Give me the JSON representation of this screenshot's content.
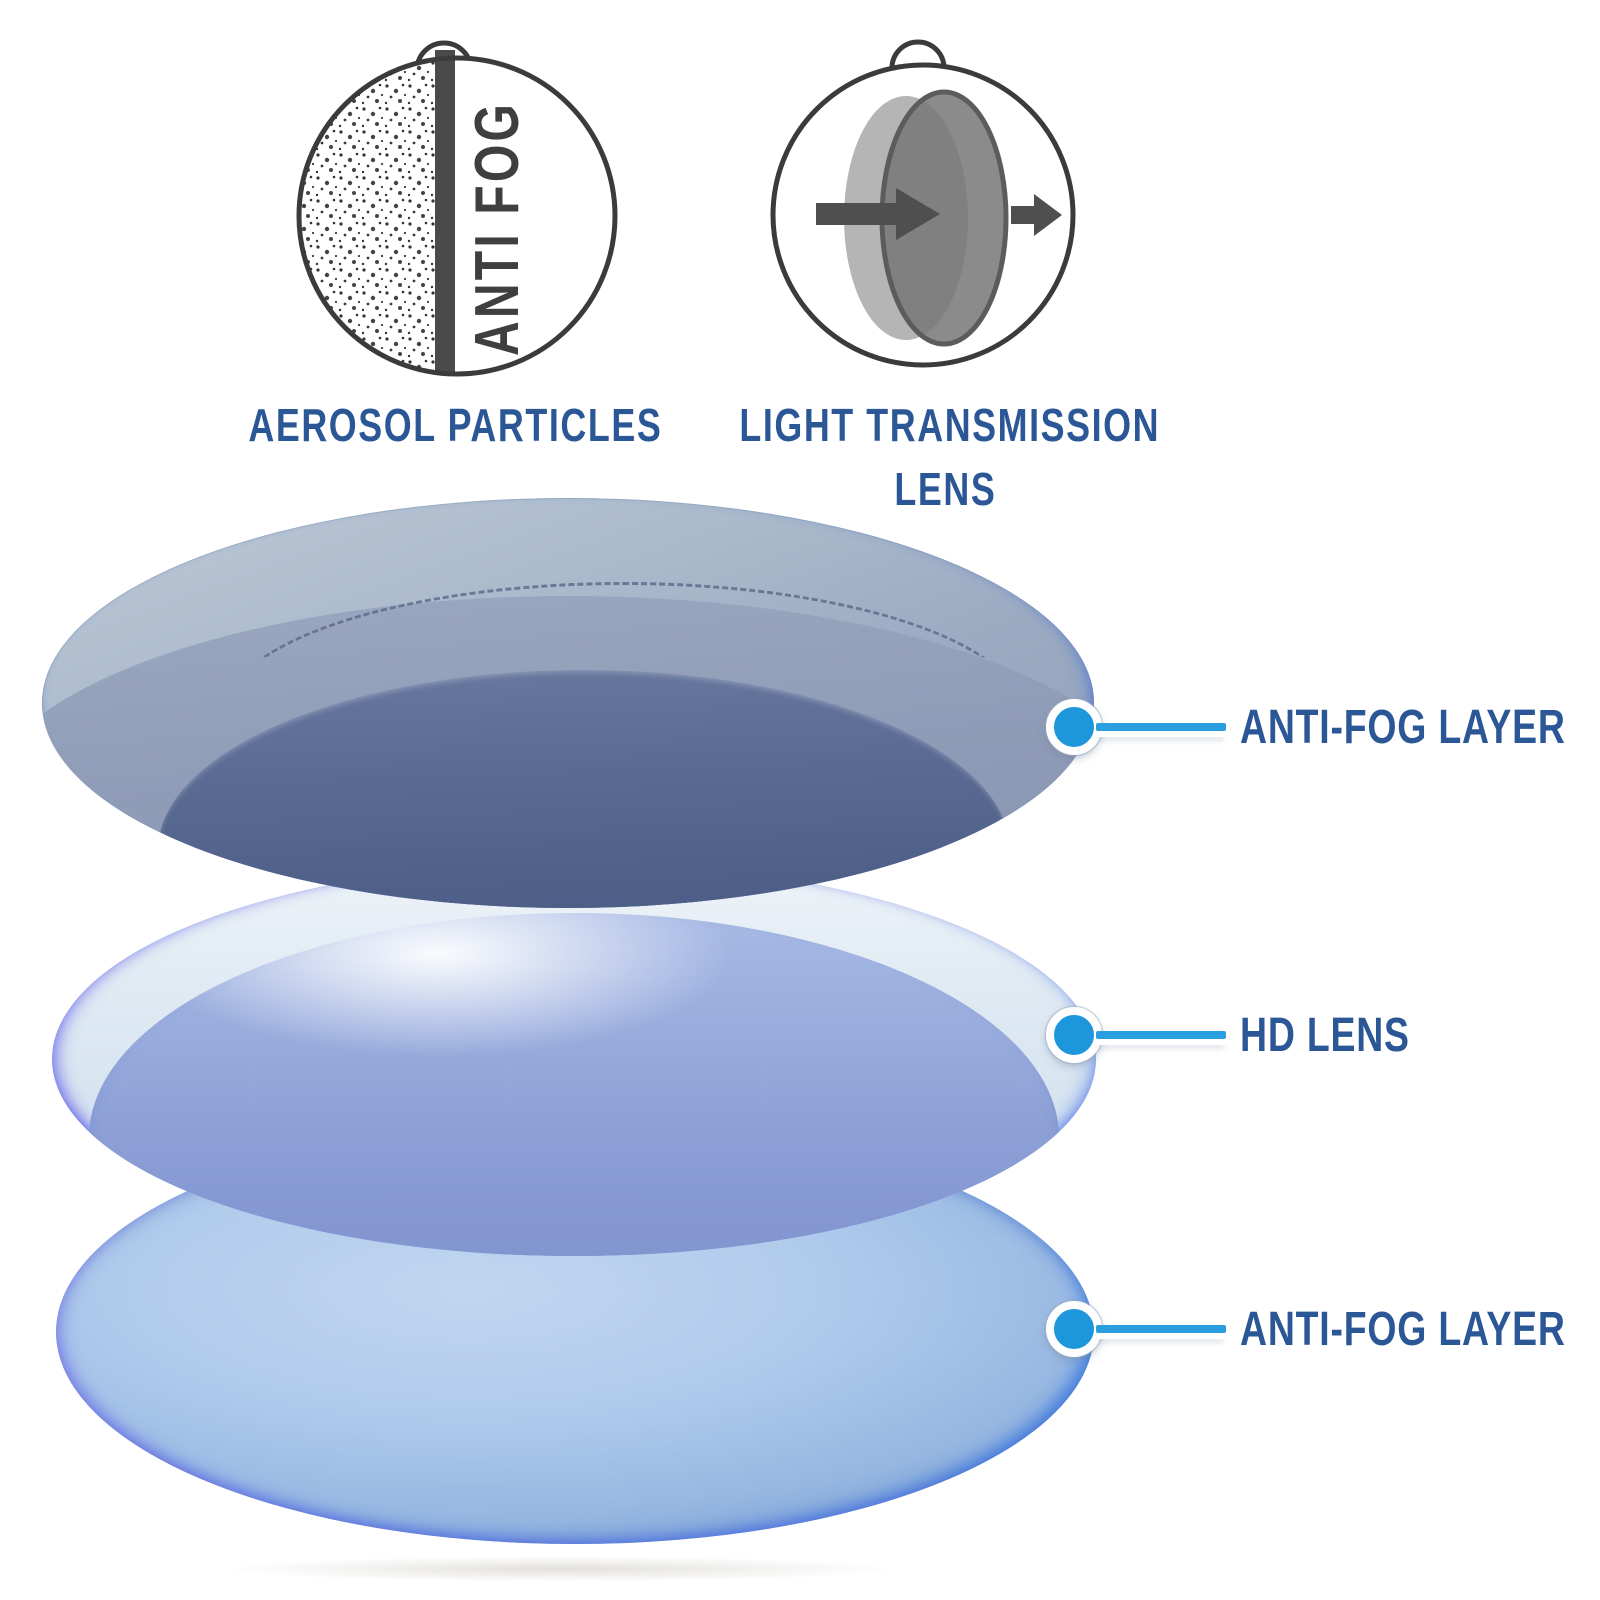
{
  "title": "Anti-fog lens layers diagram",
  "icons": {
    "aerosol": {
      "badge_text": "ANTI FOG",
      "caption": "AEROSOL PARTICLES"
    },
    "light_transmission": {
      "caption_line1": "LIGHT TRANSMISSION",
      "caption_line2": "LENS"
    }
  },
  "layers": {
    "top": {
      "label": "ANTI-FOG LAYER"
    },
    "middle": {
      "label": "HD LENS"
    },
    "bottom": {
      "label": "ANTI-FOG LAYER"
    }
  },
  "colors": {
    "caption_text": "#2b5797",
    "callout_dot": "#1e96dc",
    "callout_line": "#2a9fe0",
    "icon_outline": "#3b3b3b",
    "icon_bar": "#4a4a4a",
    "icon_disc_light": "#b5b5b5",
    "icon_disc_dark": "#777777",
    "icon_arrow": "#4f4f4f",
    "top_lens_outer": "#a9b9cc",
    "top_lens_band": "#8c99b4",
    "top_lens_inner": "#4c5d86",
    "mid_lens_rim": "#dde8f2",
    "mid_lens_body": "#8298d0",
    "bottom_lens_body": "#a9c7ea",
    "edge_violet": "#5a55e8",
    "edge_blue": "#1f6fd8"
  }
}
